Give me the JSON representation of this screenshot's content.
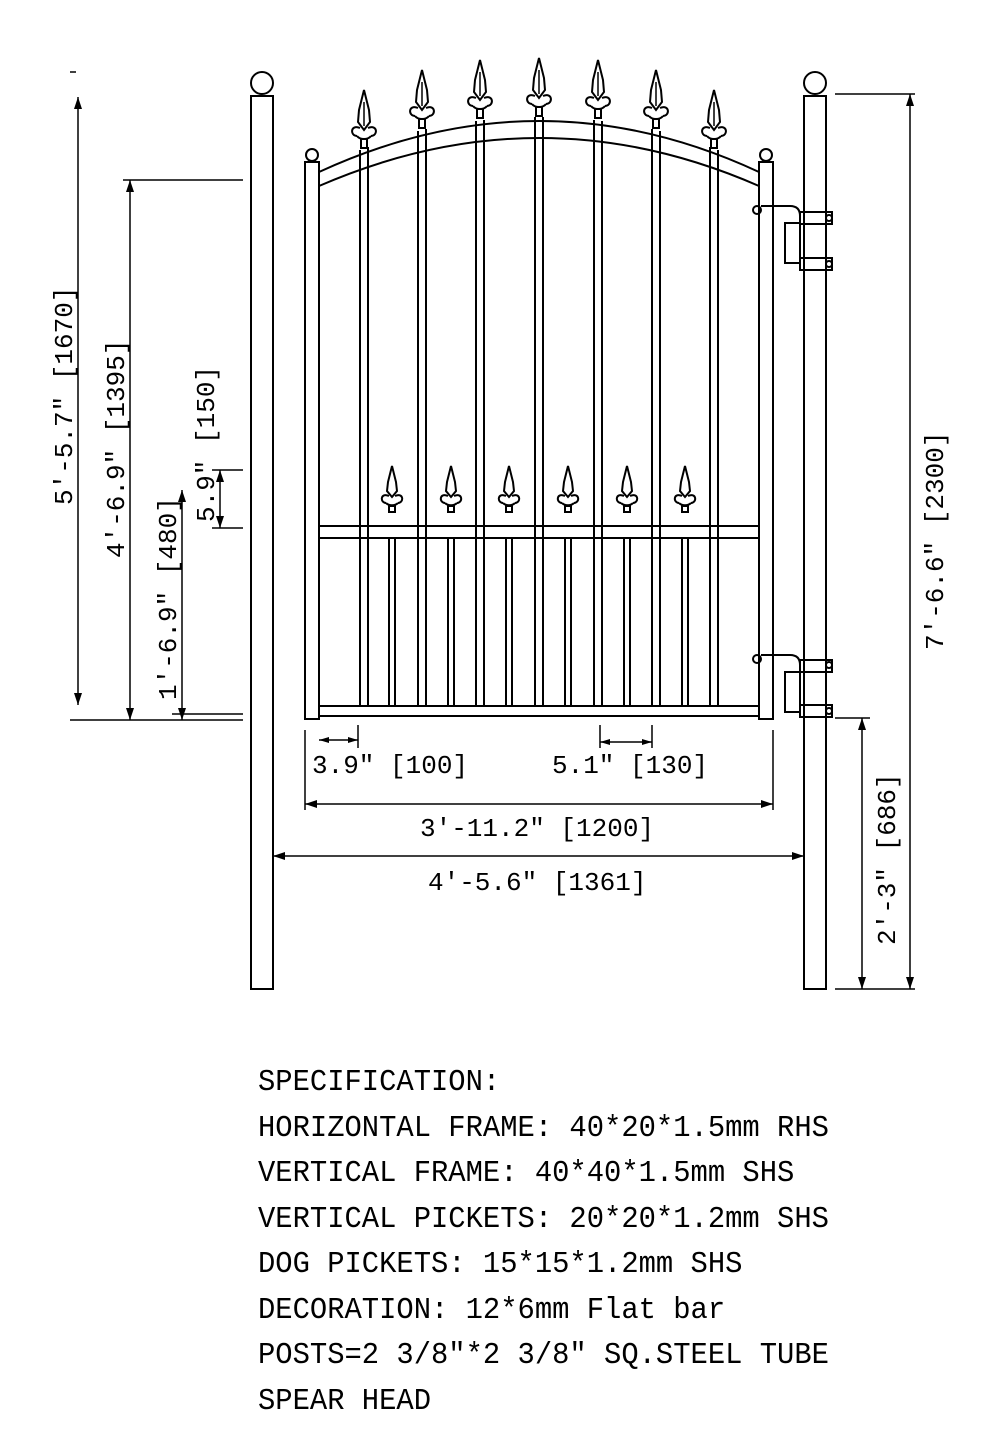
{
  "dimensions": {
    "overall_height": "5′-5.7\" [1670]",
    "gate_height": "4′-6.9\" [1395]",
    "dog_picket_spacing": "5.9\" [150]",
    "lower_section_height": "1′-6.9\" [480]",
    "post_height": "7′-6.6\" [2300]",
    "ground_to_hinge": "2′-3\" [686]",
    "gap_left": "3.9\" [100]",
    "picket_spacing": "5.1\" [130]",
    "gate_width": "3′-11.2\" [1200]",
    "post_to_post": "4′-5.6\" [1361]"
  },
  "specification": {
    "title": "SPECIFICATION:",
    "lines": [
      "HORIZONTAL FRAME: 40*20*1.5mm RHS",
      "VERTICAL FRAME: 40*40*1.5mm SHS",
      "VERTICAL PICKETS: 20*20*1.2mm SHS",
      "DOG PICKETS: 15*15*1.2mm SHS",
      "DECORATION: 12*6mm Flat bar",
      "POSTS=2 3/8\"*2 3/8\" SQ.STEEL TUBE",
      "SPEAR HEAD"
    ]
  }
}
